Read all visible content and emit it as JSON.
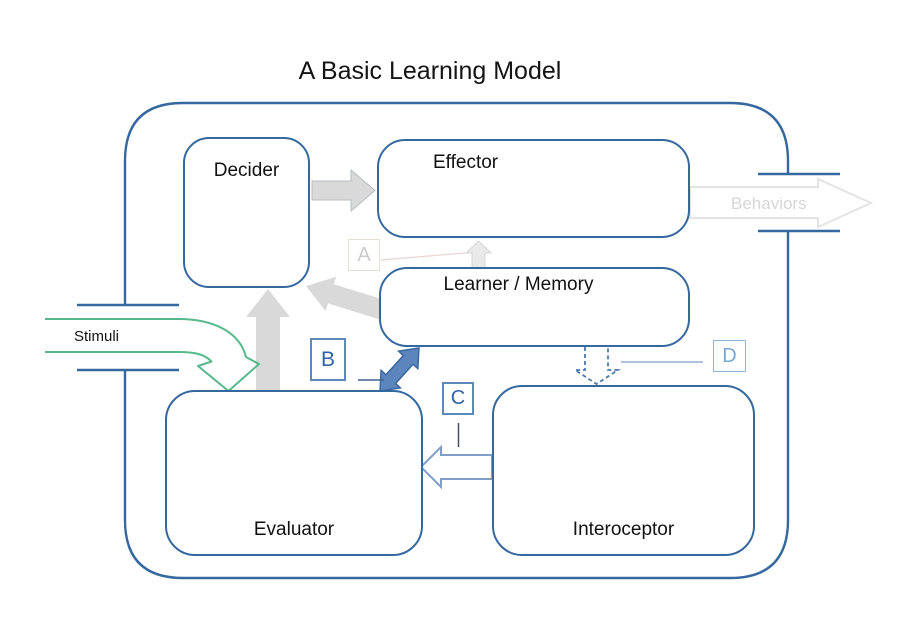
{
  "title": "A Basic Learning Model",
  "boxes": {
    "decider": "Decider",
    "effector": "Effector",
    "learner": "Learner / Memory",
    "evaluator": "Evaluator",
    "interoceptor": "Interoceptor"
  },
  "flows": {
    "stimuli": "Stimuli",
    "behaviors": "Behaviors"
  },
  "labels": {
    "a": "A",
    "b": "B",
    "c": "C",
    "d": "D"
  },
  "colors": {
    "box_border": "#35689f",
    "gray_arrow": "#d9d9d9",
    "light_arrow_outline": "#e3e3e3",
    "green_arrow": "#56b98c",
    "blue_arrow_fill": "#5c85bd",
    "blue_arrow_border": "#3a679f",
    "dashed_arrow": "#4d79ad",
    "label_blue": "#2f62a7",
    "label_light_gray": "#cbcbcb",
    "label_light_blue": "#7ba7d4",
    "behaviors_text": "#d6d6d6",
    "connector_pink": "#ecd4d2"
  }
}
